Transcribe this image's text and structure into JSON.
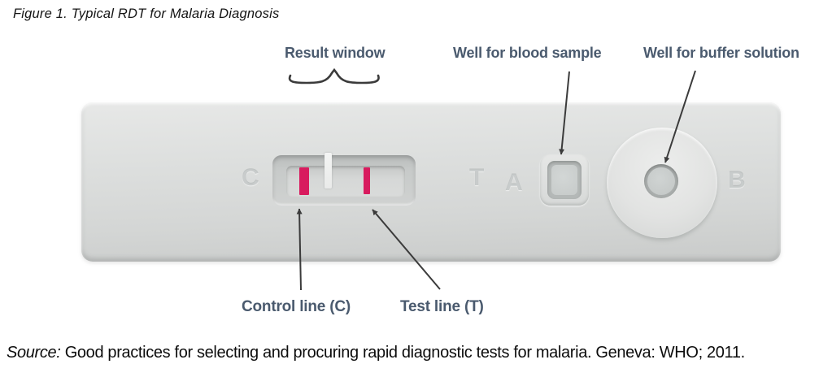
{
  "figure": {
    "title": "Figure 1. Typical RDT for Malaria Diagnosis",
    "source_prefix": "Source:",
    "source_text": " Good practices for selecting and procuring rapid diagnostic tests for malaria. Geneva: WHO; 2011."
  },
  "callouts": {
    "result_window": "Result window",
    "blood_well": "Well for blood sample",
    "buffer_well": "Well for buffer solution",
    "control_line": "Control line (C)",
    "test_line": "Test line (T)"
  },
  "cassette": {
    "letters": {
      "c": "C",
      "t": "T",
      "a": "A",
      "b": "B"
    }
  },
  "colors": {
    "test_line_pink": "#d81b5e",
    "callout_slate": "#4a5a6e",
    "cassette_gray": "#d9dbda",
    "arrow_dark": "#3b3b3b"
  }
}
